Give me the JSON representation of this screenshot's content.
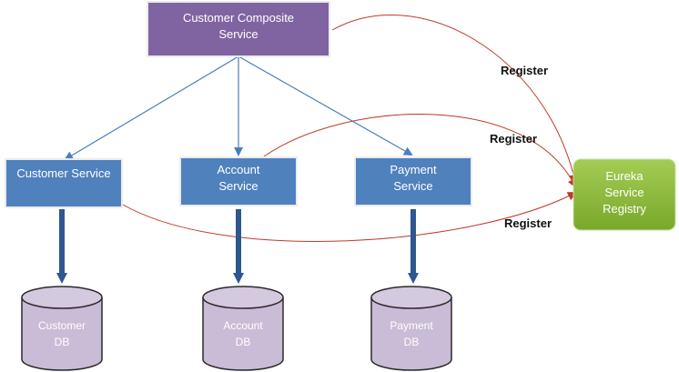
{
  "composite": {
    "line1": "Customer Composite",
    "line2": "Service"
  },
  "services": {
    "customer": {
      "line1": "Customer Service"
    },
    "account": {
      "line1": "Account",
      "line2": "Service"
    },
    "payment": {
      "line1": "Payment",
      "line2": "Service"
    }
  },
  "registry": {
    "line1": "Eureka",
    "line2": "Service",
    "line3": "Registry"
  },
  "databases": {
    "customer": {
      "line1": "Customer",
      "line2": "DB"
    },
    "account": {
      "line1": "Account",
      "line2": "DB"
    },
    "payment": {
      "line1": "Payment",
      "line2": "DB"
    }
  },
  "register_labels": [
    "Register",
    "Register",
    "Register"
  ],
  "colors": {
    "composite_fill": "#8064a2",
    "service_fill": "#4f81bd",
    "registry_fill": "#8dbb3c",
    "db_fill": "#c9bcd6",
    "db_stroke": "#2a2a2a",
    "blue_arrow": "#4a7ebf",
    "db_arrow": "#2e5690",
    "red_arrow": "#c0392b"
  }
}
